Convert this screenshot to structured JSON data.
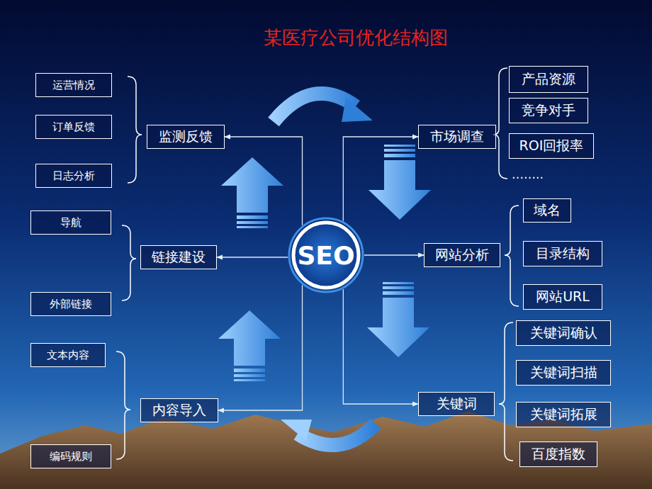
{
  "diagram": {
    "title": "某医疗公司优化结构图",
    "nodes": [
      {
        "text": [
          "运营情况"
        ]
      },
      {
        "text": [
          "产品资源"
        ]
      },
      {
        "text": [
          "竞争对手"
        ]
      },
      {
        "text": [
          "订单反馈"
        ]
      },
      {
        "text": [
          "监测反馈"
        ]
      },
      {
        "text": [
          "市场调查"
        ]
      },
      {
        "text": [
          "ROI回报率"
        ]
      },
      {
        "text": [
          "日志分析"
        ]
      },
      {
        "text": [
          "导航"
        ]
      },
      {
        "text": [
          "域名"
        ]
      },
      {
        "text": [
          "链接建设"
        ]
      },
      {
        "text": [
          "SEO"
        ]
      },
      {
        "text": [
          "网站分析"
        ]
      },
      {
        "text": [
          "目录结构"
        ]
      },
      {
        "text": [
          "外部链接"
        ]
      },
      {
        "text": [
          "网站URL"
        ]
      },
      {
        "text": [
          "文本内容"
        ]
      },
      {
        "text": [
          "关键词确认"
        ]
      },
      {
        "text": [
          "关键词扫描"
        ]
      },
      {
        "text": [
          "内容导入"
        ]
      },
      {
        "text": [
          "关键词"
        ]
      },
      {
        "text": [
          "关键词拓展"
        ]
      },
      {
        "text": [
          "编码规则"
        ]
      },
      {
        "text": [
          "百度指数"
        ]
      }
    ],
    "edges": [
      {
        "from": 11,
        "to": 4,
        "arrow": "to"
      },
      {
        "from": 11,
        "to": 5,
        "arrow": "to"
      },
      {
        "from": 11,
        "to": 10,
        "arrow": "to"
      },
      {
        "from": 11,
        "to": 12,
        "arrow": "to"
      },
      {
        "from": 11,
        "to": 19,
        "arrow": "to"
      },
      {
        "from": 11,
        "to": 20,
        "arrow": "to"
      }
    ],
    "labels": [
      "…….."
    ]
  }
}
